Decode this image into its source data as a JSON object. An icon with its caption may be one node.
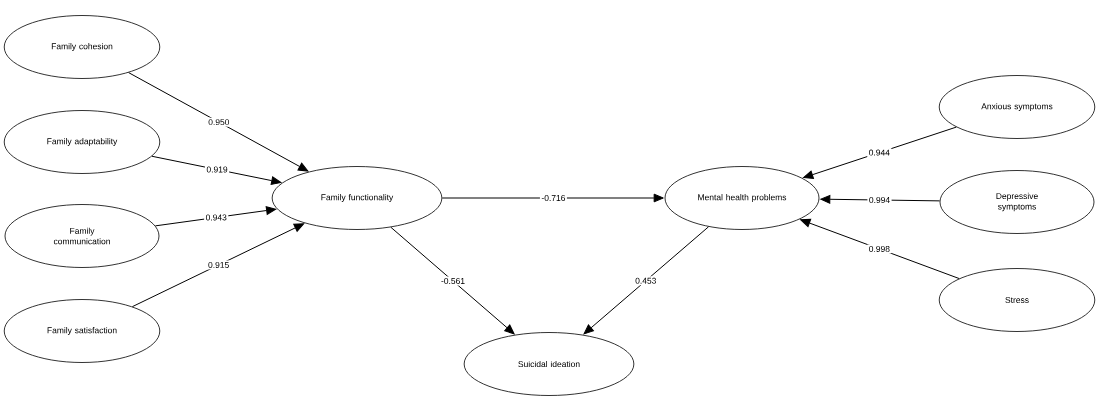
{
  "diagram": {
    "nodes": [
      {
        "text": [
          "Family cohesion"
        ]
      },
      {
        "text": [
          "Family adaptability"
        ]
      },
      {
        "text": [
          "Family communication"
        ]
      },
      {
        "text": [
          "Family satisfaction"
        ]
      },
      {
        "text": [
          "Family functionality"
        ]
      },
      {
        "text": [
          "Mental health problems"
        ]
      },
      {
        "text": [
          "Suicidal ideation"
        ]
      },
      {
        "text": [
          "Anxious symptoms"
        ]
      },
      {
        "text": [
          "Depressive symptoms"
        ]
      },
      {
        "text": [
          "Stress"
        ]
      }
    ],
    "edges": [
      {
        "from": 0,
        "to": 4,
        "arrow": "to",
        "label": "0.950"
      },
      {
        "from": 1,
        "to": 4,
        "arrow": "to",
        "label": "0.919"
      },
      {
        "from": 2,
        "to": 4,
        "arrow": "to",
        "label": "0.943"
      },
      {
        "from": 3,
        "to": 4,
        "arrow": "to",
        "label": "0.915"
      },
      {
        "from": 4,
        "to": 5,
        "arrow": "to",
        "label": "-0.716"
      },
      {
        "from": 4,
        "to": 6,
        "arrow": "to",
        "label": "-0.561"
      },
      {
        "from": 5,
        "to": 6,
        "arrow": "to",
        "label": "0.453"
      },
      {
        "from": 7,
        "to": 5,
        "arrow": "to",
        "label": "0.944"
      },
      {
        "from": 8,
        "to": 5,
        "arrow": "to",
        "label": "0.994"
      },
      {
        "from": 9,
        "to": 5,
        "arrow": "to",
        "label": "0.998"
      }
    ]
  }
}
